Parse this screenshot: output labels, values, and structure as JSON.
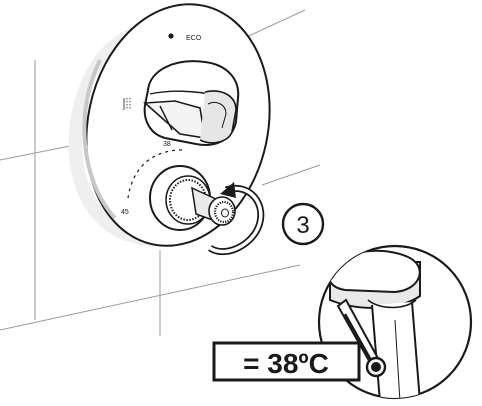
{
  "plate": {
    "eco_label": "ECO",
    "scale_38": "38",
    "scale_45": "45"
  },
  "step": {
    "number": "3"
  },
  "temperature": {
    "readout": "= 38ºC"
  }
}
